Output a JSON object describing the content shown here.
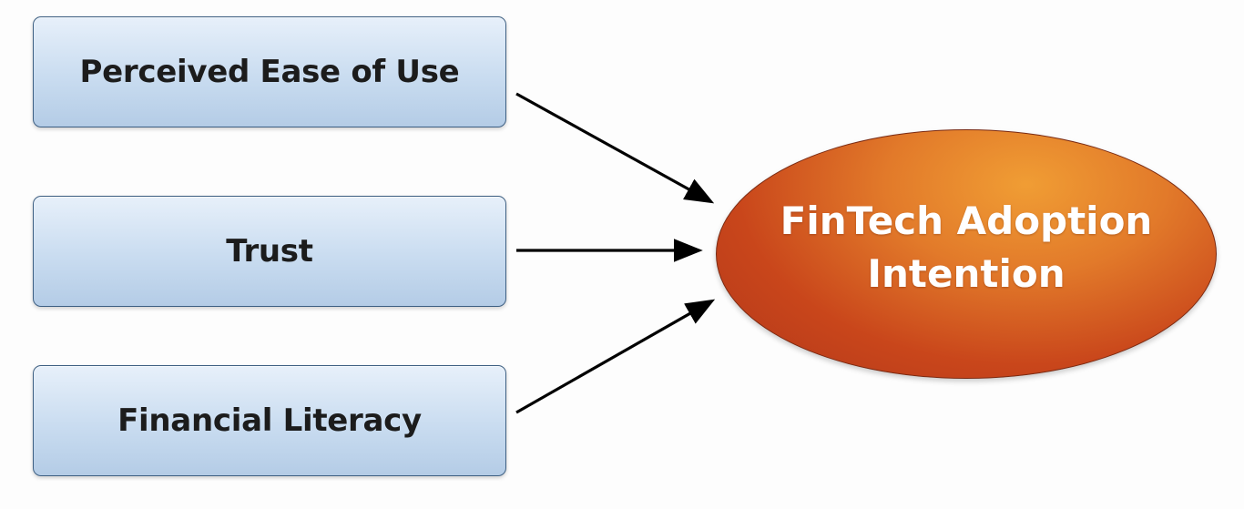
{
  "diagram": {
    "predictors": [
      {
        "label": "Perceived Ease of Use"
      },
      {
        "label": "Trust"
      },
      {
        "label": "Financial Literacy"
      }
    ],
    "outcome": {
      "line1": "FinTech Adoption",
      "line2": "Intention"
    },
    "colors": {
      "box_fill": "#c9dcf0",
      "box_border": "#3d5f82",
      "outcome_fill": "#d9662a",
      "outcome_highlight": "#f09d34",
      "arrow": "#000000"
    }
  }
}
